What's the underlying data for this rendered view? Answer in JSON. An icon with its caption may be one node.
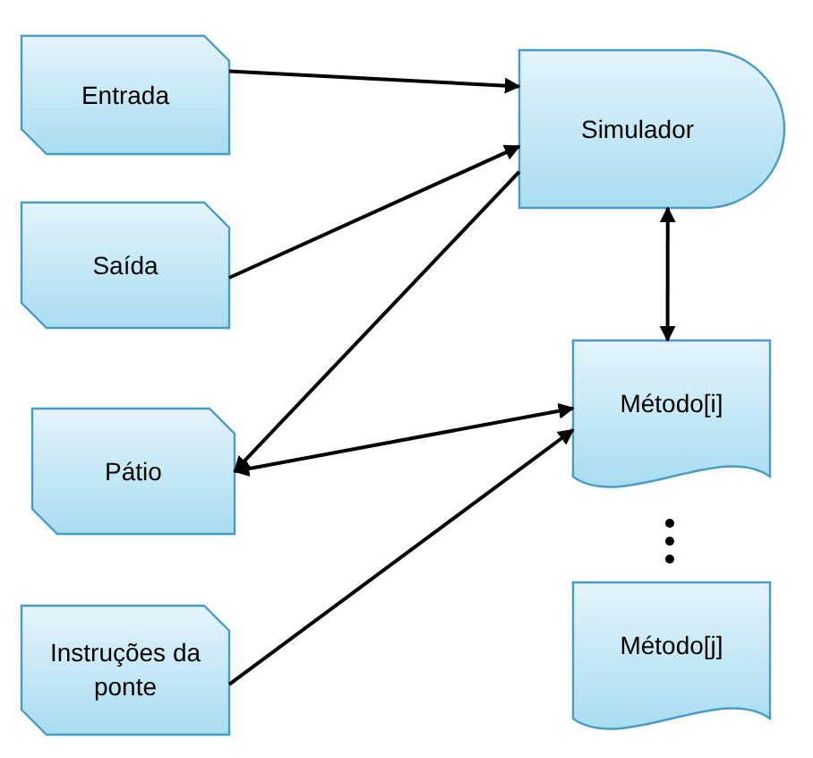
{
  "diagram": {
    "nodes": [
      {
        "text": [
          "Entrada"
        ]
      },
      {
        "text": [
          "Saída"
        ]
      },
      {
        "text": [
          "Pátio"
        ]
      },
      {
        "text": [
          "Instruções da ponte"
        ]
      },
      {
        "text": [
          "Simulador"
        ]
      },
      {
        "text": [
          "Método[i]"
        ]
      },
      {
        "text": [
          "Método[j]"
        ]
      }
    ],
    "edges": [
      {
        "from": 0,
        "to": 4,
        "arrow": "to"
      },
      {
        "from": 1,
        "to": 4,
        "arrow": "to"
      },
      {
        "from": 4,
        "to": 2,
        "arrow": "to"
      },
      {
        "from": 2,
        "to": 5,
        "arrow": "both"
      },
      {
        "from": 3,
        "to": 5,
        "arrow": "to"
      },
      {
        "from": 4,
        "to": 5,
        "arrow": "both"
      }
    ]
  }
}
